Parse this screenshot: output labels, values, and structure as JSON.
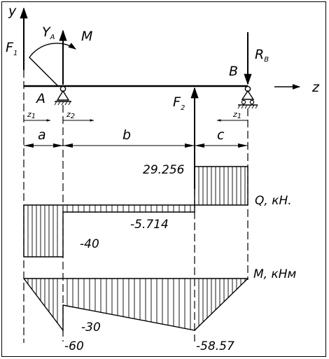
{
  "axes": {
    "y": "y",
    "z": "z"
  },
  "forces": {
    "F1": {
      "letter": "F",
      "sub": "1"
    },
    "YA": {
      "letter": "Y",
      "sub": "A"
    },
    "M": "M",
    "RB": {
      "letter": "R",
      "sub": "B"
    },
    "F2": {
      "letter": "F",
      "sub": "2"
    }
  },
  "supports": {
    "A": "A",
    "B": "B"
  },
  "coords": {
    "z1_left": {
      "letter": "z",
      "sub": "1"
    },
    "z2": {
      "letter": "z",
      "sub": "2"
    },
    "z1_right": {
      "letter": "z",
      "sub": "1"
    }
  },
  "spans": {
    "a": "a",
    "b": "b",
    "c": "c"
  },
  "shear": {
    "label": "Q, кН.",
    "values": {
      "left": "-40",
      "middle": "-5.714",
      "right": "29.256"
    }
  },
  "moment": {
    "label": "M, кНм",
    "values": {
      "at_A": "-60",
      "after_A": "-30",
      "at_F2": "-58.57"
    }
  }
}
